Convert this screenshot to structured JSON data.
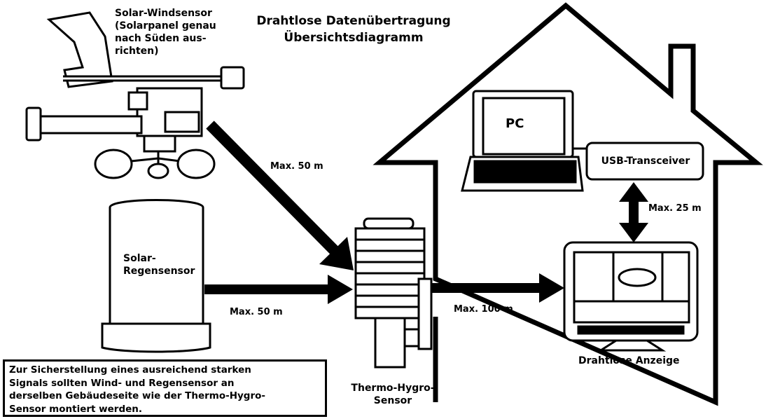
{
  "diagram": {
    "title_line1": "Drahtlose Datenübertragung",
    "title_line2": "Übersichtsdiagramm",
    "wind_sensor_label": "Solar-Windsensor\n(Solarpanel genau\nnach Süden aus-\nrichten)",
    "rain_sensor_label": "Solar-\nRegensensor",
    "pc_label": "PC",
    "usb_label": "USB-Transceiver",
    "thermo_label": "Thermo-Hygro-\nSensor",
    "display_label": "Drahtlose Anzeige",
    "dist_wind": "Max. 50 m",
    "dist_rain": "Max. 50 m",
    "dist_display": "Max. 100 m",
    "dist_usb": "Max. 25 m",
    "note": "Zur Sicherstellung eines ausreichend starken\nSignals sollten Wind- und Regensensor an\nderselben Gebäudeseite wie der Thermo-Hygro-\nSensor montiert werden."
  }
}
